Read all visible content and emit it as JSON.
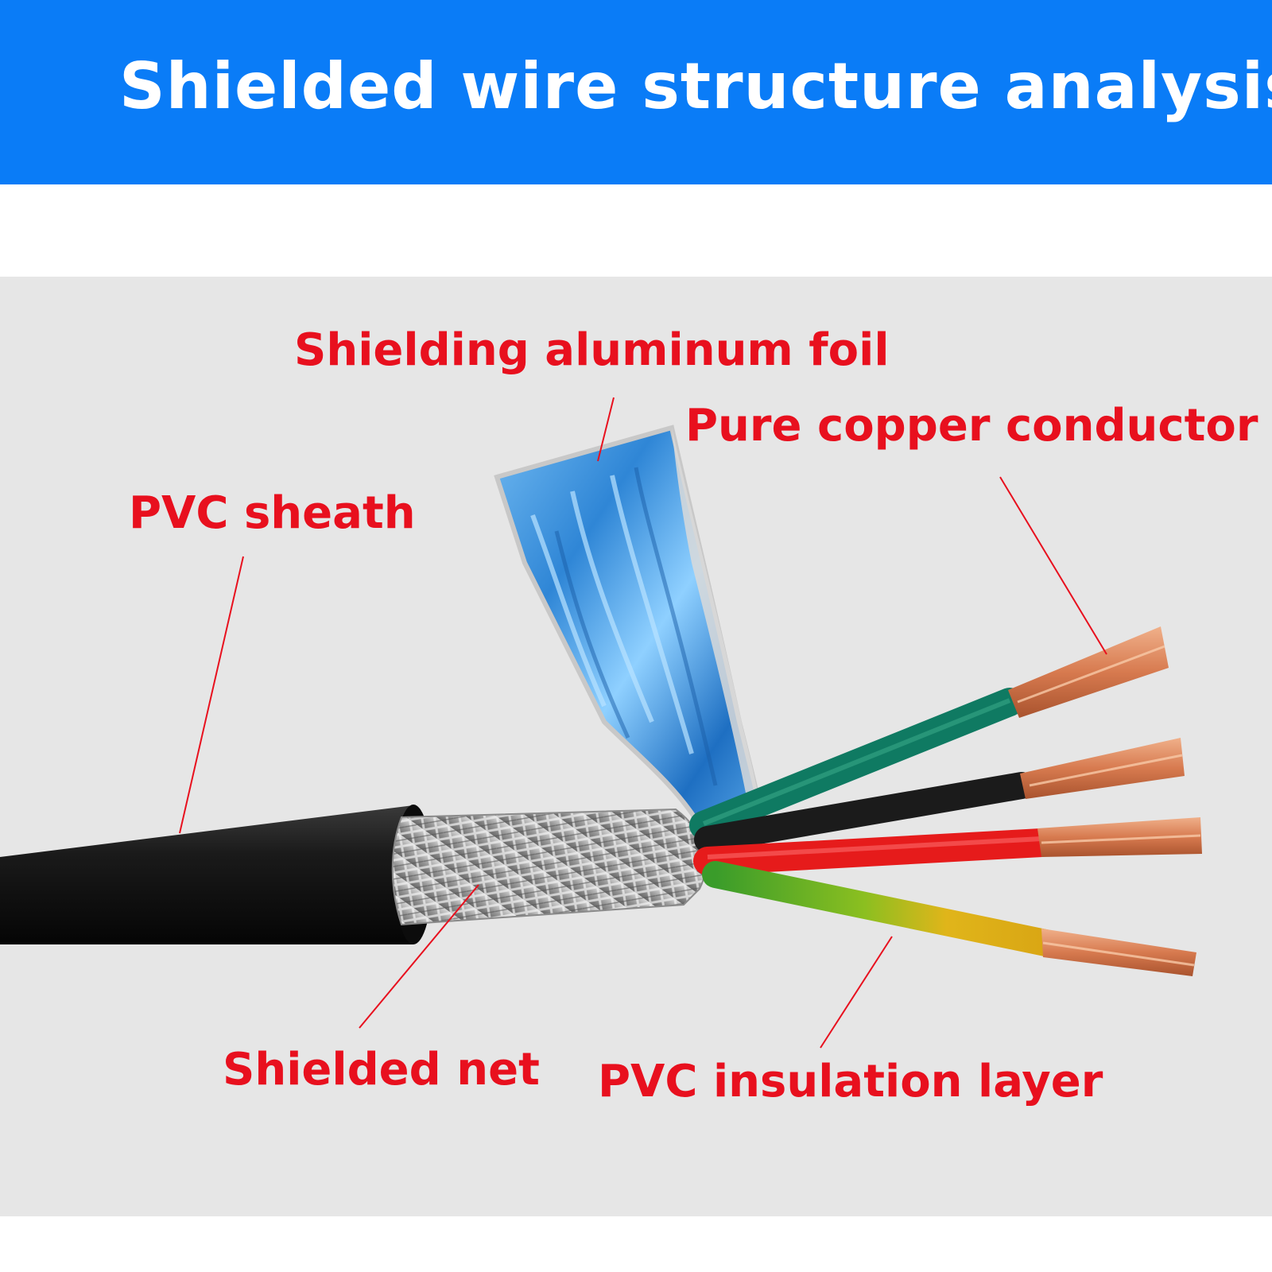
{
  "header": {
    "title": "Shielded wire structure analysis"
  },
  "labels": {
    "foil": "Shielding aluminum foil",
    "copper": "Pure copper conductor",
    "sheath": "PVC sheath",
    "net": "Shielded net",
    "insulation": "PVC insulation layer"
  },
  "colors": {
    "header": "#0a7cf7",
    "label": "#e8101e",
    "panel": "#e6e6e6",
    "wires": [
      "#0f7a62",
      "#1b1b1b",
      "#e61b1b",
      "#3a9c2a"
    ]
  }
}
